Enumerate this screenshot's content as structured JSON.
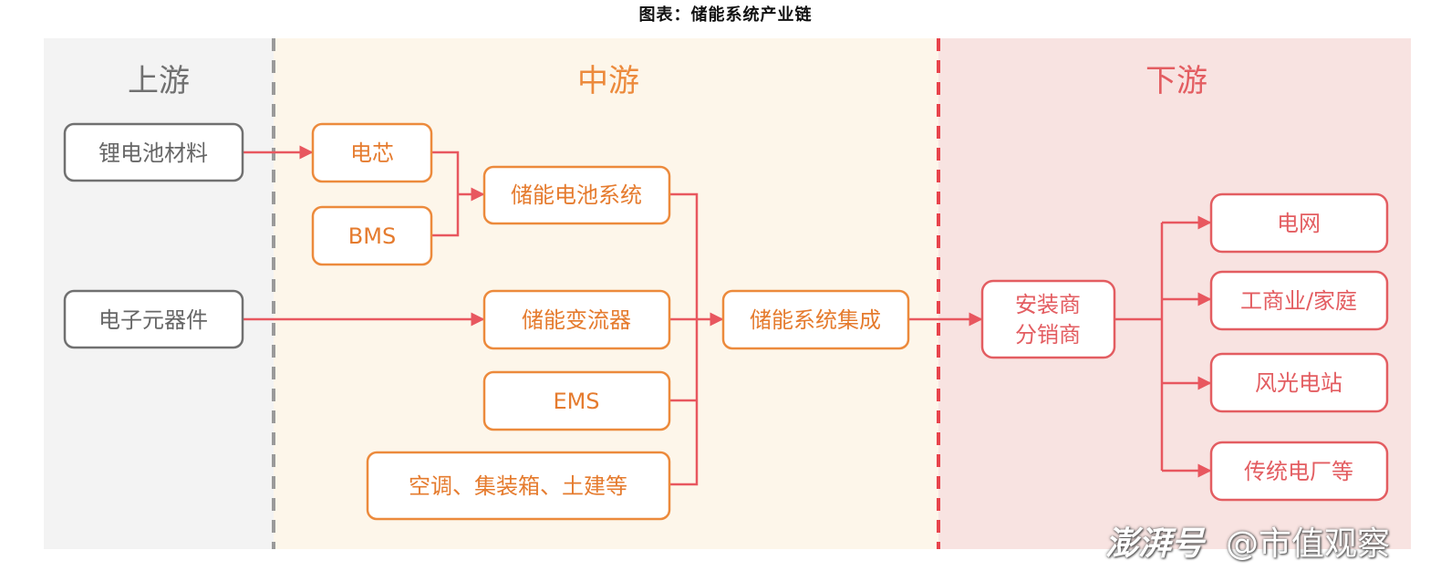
{
  "title": "图表：储能系统产业链",
  "colors": {
    "upstream_bg": "#f3f3f3",
    "midstream_bg": "#fdf6ea",
    "downstream_bg": "#f8e3e1",
    "gray": "#707070",
    "orange": "#ec8a3c",
    "red": "#e35d61",
    "arrow": "#e8575f",
    "gray_divider": "#9a9a9a",
    "red_divider": "#e8434b"
  },
  "sections": {
    "upstream": {
      "label": "上游"
    },
    "midstream": {
      "label": "中游"
    },
    "downstream": {
      "label": "下游"
    }
  },
  "nodes": {
    "lithium_materials": "锂电池材料",
    "electronic_components": "电子元器件",
    "cell": "电芯",
    "bms": "BMS",
    "battery_system": "储能电池系统",
    "pcs": "储能变流器",
    "ems": "EMS",
    "auxiliary": "空调、集装箱、土建等",
    "system_integration": "储能系统集成",
    "installer_line1": "安装商",
    "installer_line2": "分销商",
    "grid": "电网",
    "commercial_home": "工商业/家庭",
    "wind_solar": "风光电站",
    "traditional_plant": "传统电厂等"
  },
  "watermark": {
    "brand": "澎湃号",
    "account": "@市值观察"
  }
}
